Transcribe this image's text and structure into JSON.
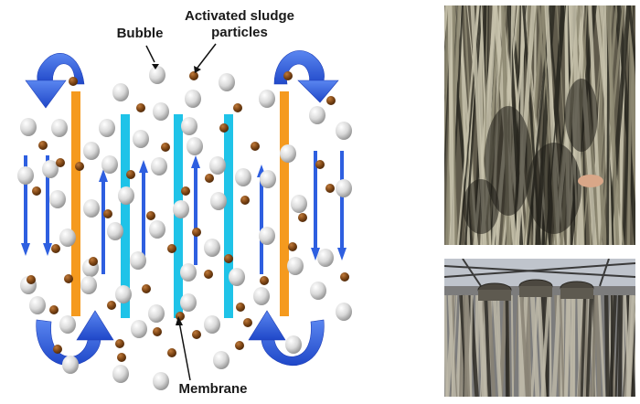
{
  "labels": {
    "bubble": "Bubble",
    "activated_sludge_line1": "Activated sludge",
    "activated_sludge_line2": "particles",
    "membrane": "Membrane"
  },
  "colors": {
    "membrane": "#1fc3e8",
    "frame": "#f59a1e",
    "flow_arrow": "#2e5fe0",
    "bubble": "#c9c9c9",
    "sludge": "#7a4313",
    "label_text": "#1a1a1a"
  },
  "icons": {
    "bubble": "bubble-icon",
    "sludge": "sludge-particle-icon",
    "up_flow": "arrow-up-icon",
    "down_flow": "arrow-down-icon",
    "circulation": "curved-arrow-icon"
  }
}
